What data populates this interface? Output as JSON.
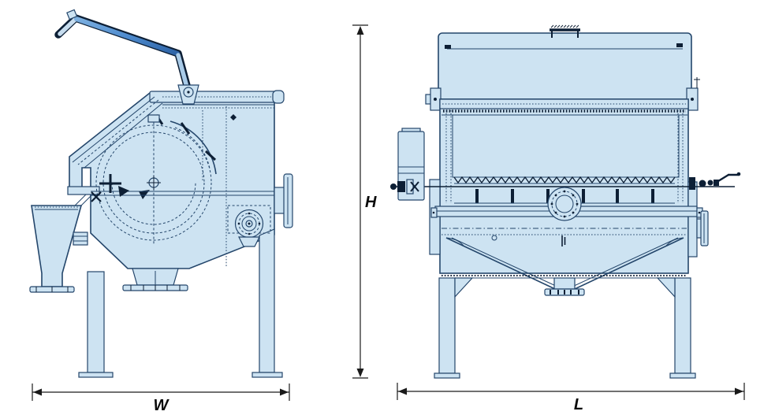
{
  "dimensions": {
    "width_label": "W",
    "height_label": "H",
    "length_label": "L"
  },
  "colors": {
    "background": "#ffffff",
    "machine_fill": "#cde3f2",
    "machine_line": "#24466b",
    "detail_dark": "#0d1f35",
    "lever_blue": "#4e8bce",
    "lever_light": "#b9d4ec",
    "dimension_line": "#1a1a1a"
  }
}
